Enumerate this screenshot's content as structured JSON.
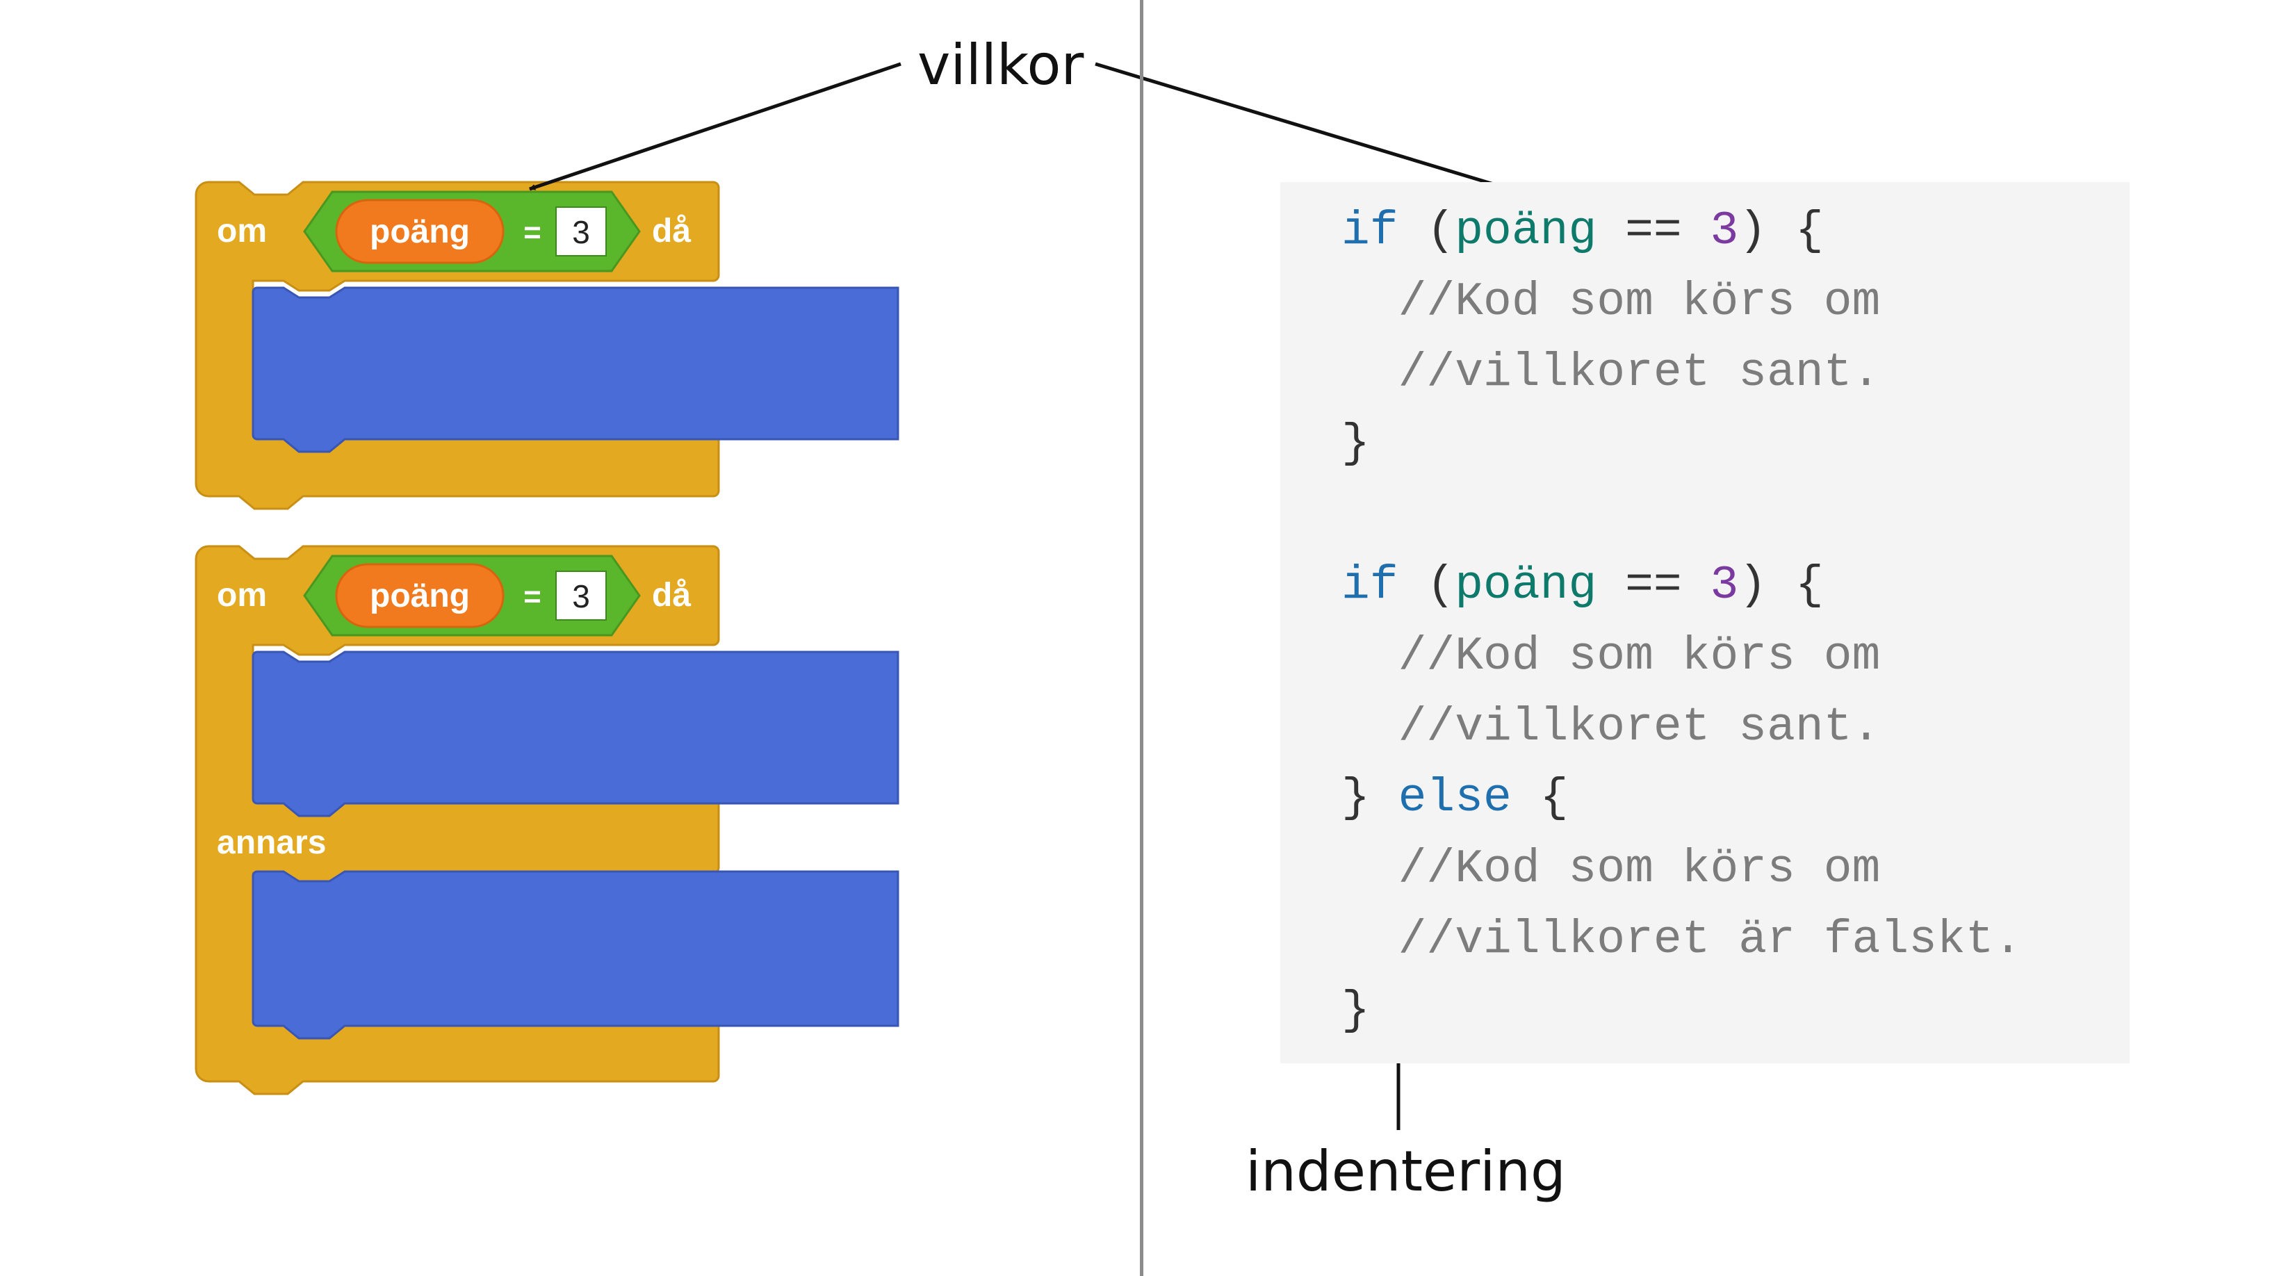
{
  "annotations": {
    "condition": "villkor",
    "indentation": "indentering"
  },
  "blocks": {
    "if_keyword": "om",
    "then_keyword": "då",
    "else_keyword": "annars",
    "variable": "poäng",
    "operator": "=",
    "value": "3"
  },
  "code": {
    "if_block": [
      [
        [
          "kw",
          "if"
        ],
        [
          "p",
          " ("
        ],
        [
          "var",
          "poäng"
        ],
        [
          "p",
          " == "
        ],
        [
          "num",
          "3"
        ],
        [
          "p",
          ") {"
        ]
      ],
      [
        [
          "cm",
          "  //Kod som körs om"
        ]
      ],
      [
        [
          "cm",
          "  //villkoret sant."
        ]
      ],
      [
        [
          "p",
          "}"
        ]
      ]
    ],
    "if_else_block": [
      [
        [
          "kw",
          "if"
        ],
        [
          "p",
          " ("
        ],
        [
          "var",
          "poäng"
        ],
        [
          "p",
          " == "
        ],
        [
          "num",
          "3"
        ],
        [
          "p",
          ") {"
        ]
      ],
      [
        [
          "cm",
          "  //Kod som körs om"
        ]
      ],
      [
        [
          "cm",
          "  //villkoret sant."
        ]
      ],
      [
        [
          "p",
          "} "
        ],
        [
          "kw",
          "else"
        ],
        [
          "p",
          " {"
        ]
      ],
      [
        [
          "cm",
          "  //Kod som körs om"
        ]
      ],
      [
        [
          "cm",
          "  //villkoret är falskt."
        ]
      ],
      [
        [
          "p",
          "}"
        ]
      ]
    ]
  },
  "colors": {
    "control": "#e2a921",
    "control_edge": "#c98f14",
    "operator": "#5ab62a",
    "operator_edge": "#4a9720",
    "variable": "#f27a1e",
    "variable_edge": "#d8640e",
    "stack": "#4a6cd6",
    "stack_edge": "#3a56b4"
  }
}
